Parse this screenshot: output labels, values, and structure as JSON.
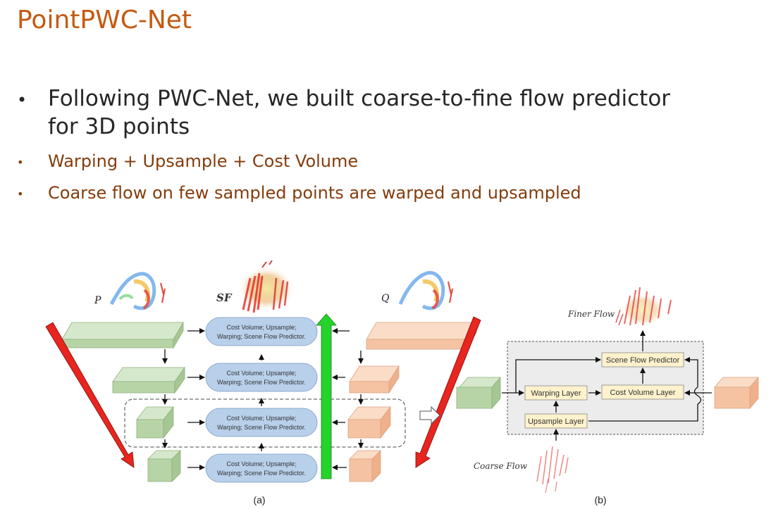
{
  "slide": {
    "title": "PointPWC-Net",
    "bullets": [
      "Following PWC-Net, we built coarse-to-fine flow predictor\nfor 3D points",
      "Warping + Upsample + Cost Volume",
      "Coarse flow on few sampled points are warped and upsampled"
    ],
    "bullet_marker": "•"
  },
  "figure_a": {
    "label_p": "P",
    "label_sf": "SF",
    "label_q": "Q",
    "module_line1": "Cost Volume; Upsample;",
    "module_line2": "Warping; Scene Flow Predictor.",
    "caption": "(a)"
  },
  "figure_b": {
    "finer_flow": "Finer Flow",
    "coarse_flow": "Coarse Flow",
    "scene_flow_predictor": "Scene Flow Predictor",
    "warping_layer": "Warping Layer",
    "cost_volume_layer": "Cost Volume Layer",
    "upsample_layer": "Upsample Layer",
    "caption": "(b)"
  },
  "colors": {
    "title": "#c55a11",
    "sub_bullet": "#843c0c",
    "green_block": "#c9dfbf",
    "orange_block": "#f8cbad",
    "module_fill": "#b4cde8",
    "layer_fill": "#fff2cc",
    "red_arrow": "#e8251e",
    "green_arrow": "#25d42a"
  }
}
